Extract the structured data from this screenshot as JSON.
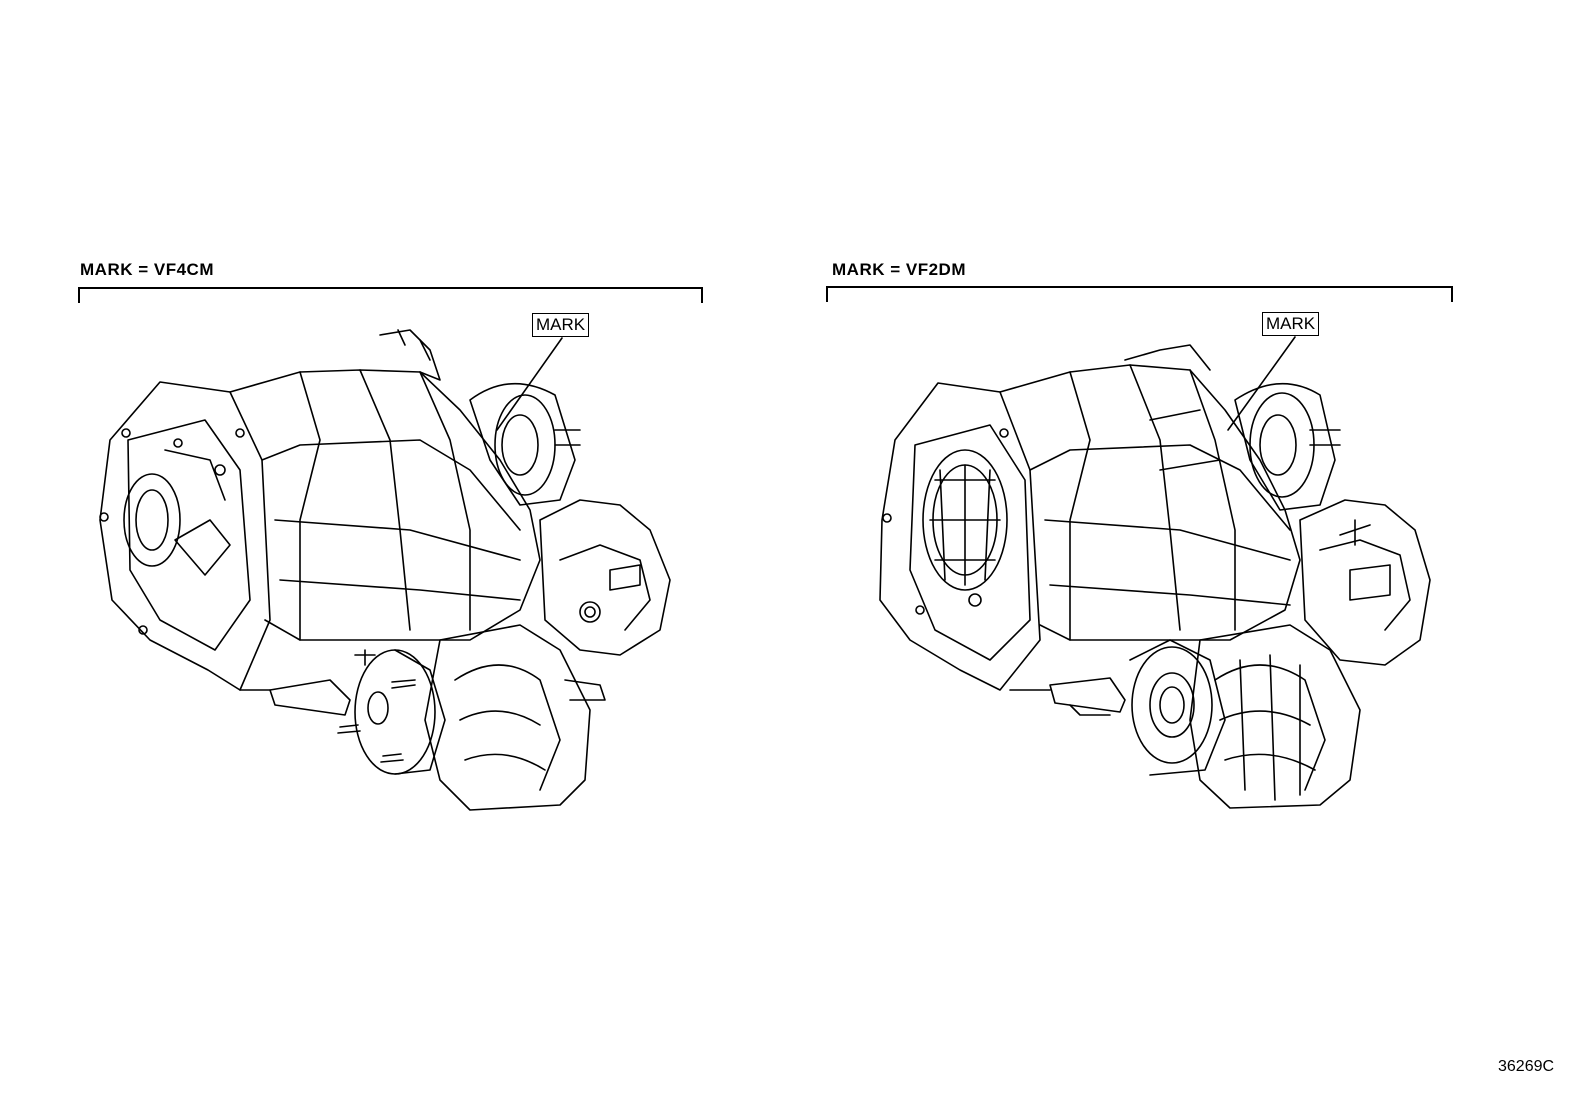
{
  "left_unit": {
    "heading": "MARK = VF4CM",
    "callout": "MARK"
  },
  "right_unit": {
    "heading": "MARK = VF2DM",
    "callout": "MARK"
  },
  "figure_code": "36269C",
  "line_color": "#000000"
}
